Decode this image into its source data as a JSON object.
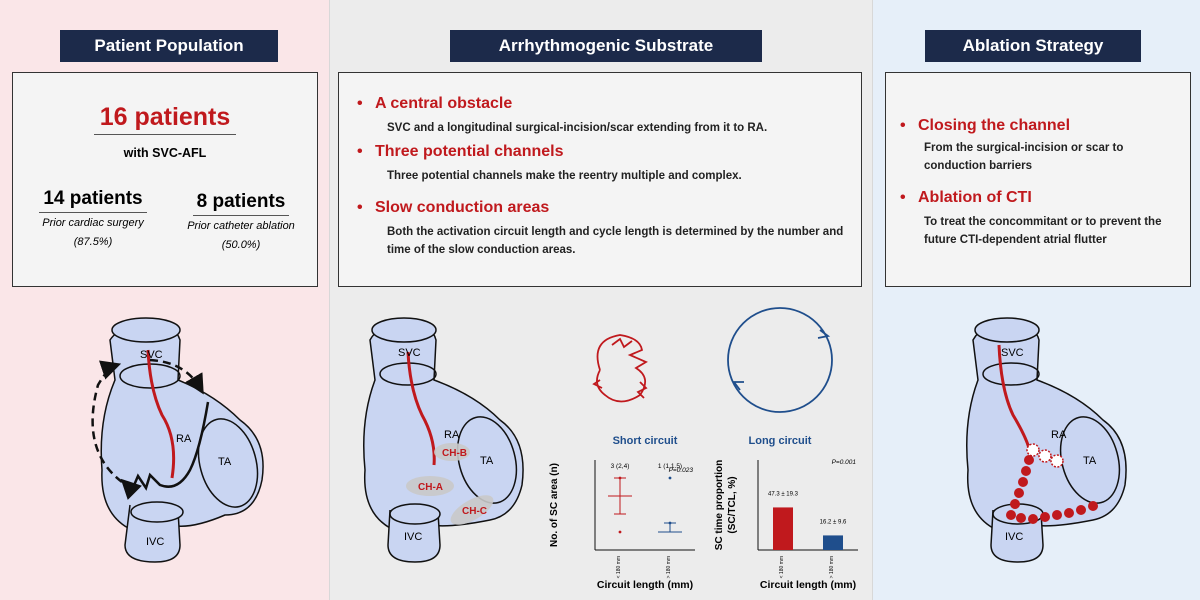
{
  "panels": {
    "population": {
      "header": "Patient Population",
      "total": "16 patients",
      "total_sub": "with SVC-AFL",
      "surgery_count": "14 patients",
      "surgery_label": "Prior cardiac surgery",
      "surgery_pct": "(87.5%)",
      "ablation_count": "8 patients",
      "ablation_label": "Prior catheter ablation",
      "ablation_pct": "(50.0%)"
    },
    "substrate": {
      "header": "Arrhythmogenic Substrate",
      "items": [
        {
          "title": "A central obstacle",
          "desc": "SVC and a longitudinal surgical-incision/scar extending from it to RA."
        },
        {
          "title": "Three potential channels",
          "desc": "Three potential channels make the reentry multiple and complex."
        },
        {
          "title": "Slow conduction areas",
          "desc_line1": "Both the activation circuit length and cycle length is determined by the number and",
          "desc_line2": "time of the slow conduction areas."
        }
      ]
    },
    "strategy": {
      "header": "Ablation Strategy",
      "items": [
        {
          "title": "Closing the channel",
          "desc_line1": "From the surgical-incision or scar to",
          "desc_line2": "conduction barriers"
        },
        {
          "title": "Ablation of CTI",
          "desc_line1": "To treat the concommitant or to prevent the",
          "desc_line2": "future CTI-dependent atrial flutter"
        }
      ]
    }
  },
  "heart_labels": {
    "svc": "SVC",
    "ra": "RA",
    "ta": "TA",
    "ivc": "IVC",
    "cha": "CH-A",
    "chb": "CH-B",
    "chc": "CH-C"
  },
  "circuit_labels": {
    "short": "Short circuit",
    "long": "Long circuit"
  },
  "colors": {
    "navy": "#1c2a4a",
    "red": "#c0191d",
    "blue": "#1f4e8c",
    "heart_fill": "#c9d5f2"
  },
  "chart_data": [
    {
      "type": "scatter",
      "ylabel": "No. of SC area (n)",
      "xlabel": "Circuit length (mm)",
      "categories": [
        "< 180 mm",
        "> 180 mm"
      ],
      "annotations": [
        "3 (2,4)",
        "1 (1,1.5)"
      ],
      "p_value": "P=0.023",
      "series": [
        {
          "category": "< 180 mm",
          "median": 3,
          "low": 2,
          "high": 4,
          "points": [
            1,
            4
          ]
        },
        {
          "category": "> 180 mm",
          "median": 1,
          "low": 1,
          "high": 1.5,
          "points": [
            4,
            1.5
          ]
        }
      ],
      "ylim": [
        0,
        5
      ]
    },
    {
      "type": "bar",
      "ylabel": "SC time proportion (SC/TCL, %)",
      "xlabel": "Circuit length (mm)",
      "categories": [
        "< 180 mm",
        "> 180 mm"
      ],
      "values": [
        47.3,
        16.2
      ],
      "value_labels": [
        "47.3 ± 19.3",
        "16.2 ± 9.6"
      ],
      "p_value": "P=0.001",
      "ylim": [
        0,
        100
      ]
    }
  ]
}
